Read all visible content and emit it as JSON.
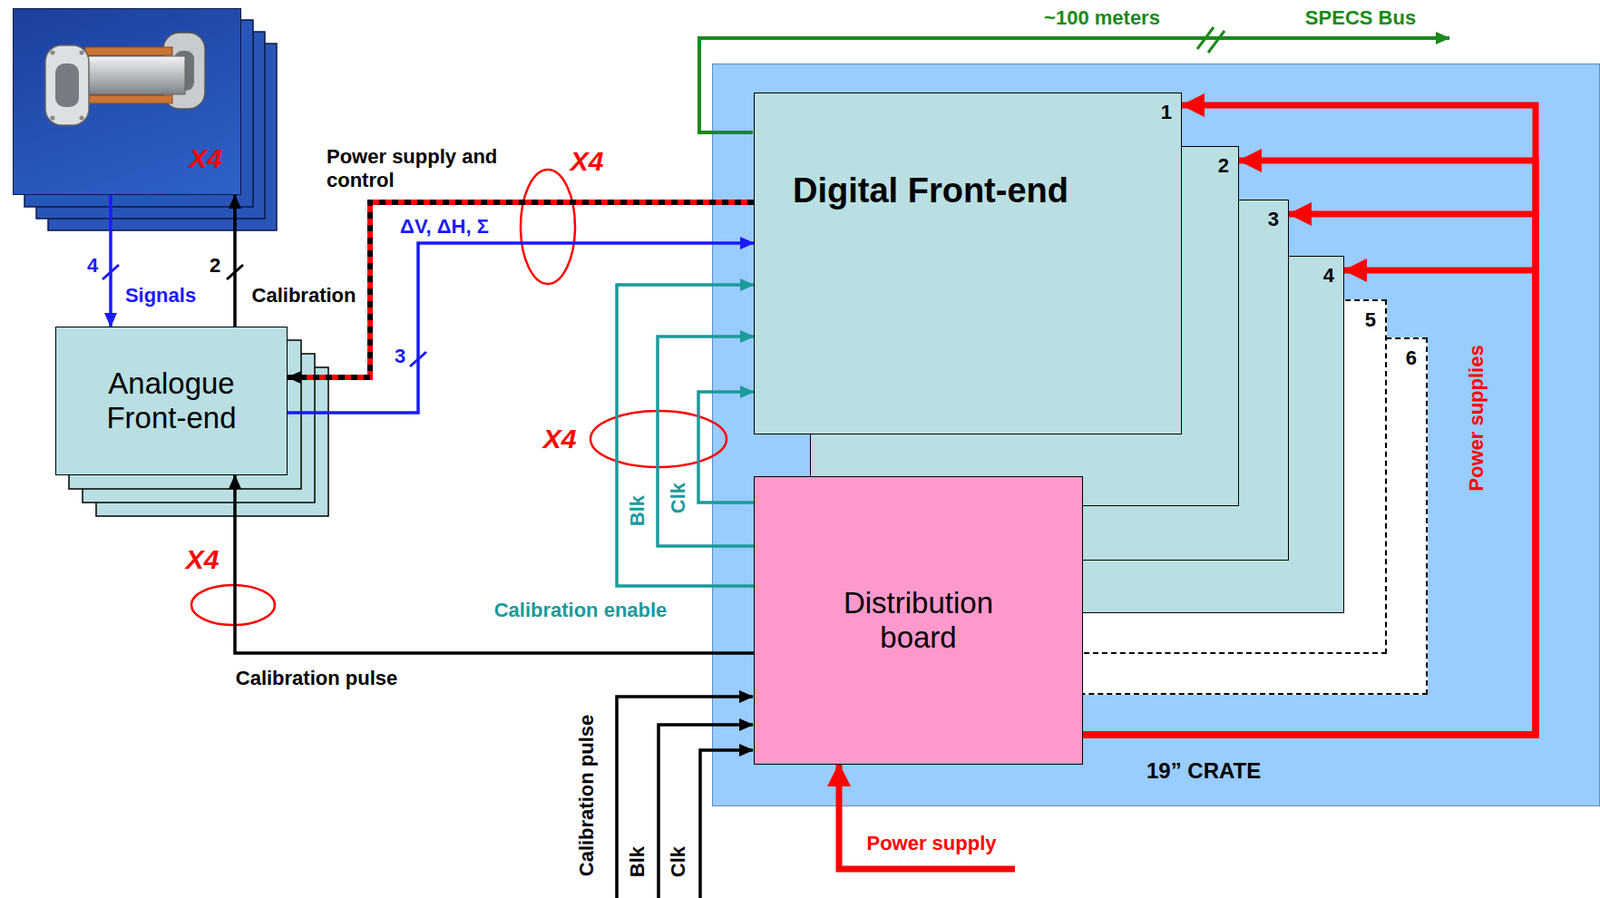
{
  "diagram": {
    "nodes": [
      {
        "text": [
          "X4"
        ]
      },
      {
        "text": [
          "Analogue Front-end"
        ]
      },
      {
        "text": [
          "19” CRATE"
        ]
      },
      {
        "text": [
          "Digital Front-end",
          "1"
        ],
        "in": 2
      },
      {
        "text": [
          "2"
        ],
        "in": 2
      },
      {
        "text": [
          "3"
        ],
        "in": 2
      },
      {
        "text": [
          "4"
        ],
        "in": 2
      },
      {
        "text": [
          "5"
        ],
        "in": 2
      },
      {
        "text": [
          "6"
        ],
        "in": 2
      },
      {
        "text": [
          "Distribution board"
        ],
        "in": 2
      }
    ],
    "edges": [
      {
        "from": 0,
        "to": 1,
        "label": "Signals",
        "arrow": "to"
      },
      {
        "from": 1,
        "to": 0,
        "label": "Calibration",
        "arrow": "to"
      },
      {
        "from": 3,
        "to": 1,
        "label": "Power supply and control",
        "arrow": "to"
      },
      {
        "from": 1,
        "to": 3,
        "label": "ΔV, ΔH, Σ",
        "arrow": "to"
      },
      {
        "from": 9,
        "to": 3,
        "label": "Calibration enable",
        "arrow": "to"
      },
      {
        "from": 9,
        "to": 3,
        "label": "Blk",
        "arrow": "to"
      },
      {
        "from": 9,
        "to": 3,
        "label": "Clk",
        "arrow": "to"
      },
      {
        "from": 9,
        "to": 1,
        "label": "Calibration pulse",
        "arrow": "to"
      },
      {
        "from": 9,
        "to": 3,
        "arrow": "to"
      },
      {
        "from": 9,
        "to": 4,
        "arrow": "to"
      },
      {
        "from": 9,
        "to": 5,
        "arrow": "to"
      },
      {
        "from": 9,
        "to": 6,
        "arrow": "to"
      }
    ],
    "labels": [
      "4",
      "2",
      "3",
      "X4",
      "X4",
      "X4",
      "~100 meters",
      "SPECS Bus",
      "Power supplies",
      "Calibration pulse",
      "Blk",
      "Clk",
      "Power supply"
    ]
  }
}
